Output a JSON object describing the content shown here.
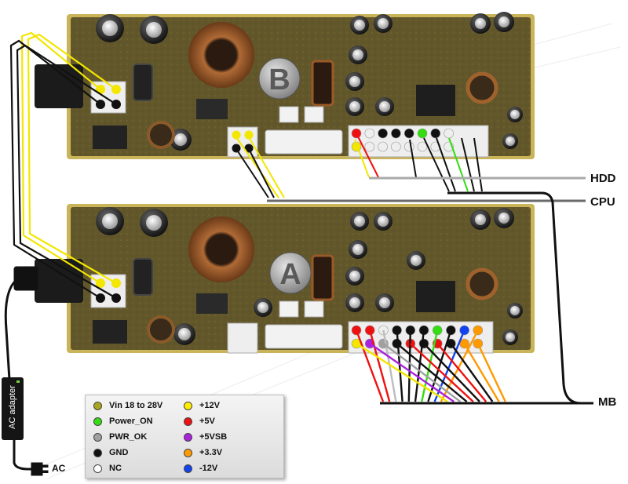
{
  "boards": [
    {
      "id": "board-b",
      "letter": "B"
    },
    {
      "id": "board-a",
      "letter": "A"
    }
  ],
  "connections": {
    "hdd": "HDD",
    "cpu": "CPU",
    "mb": "MB",
    "ac_adapter": "AC adapter",
    "ac": "AC"
  },
  "legend": [
    {
      "label": "Vin 18 to 28V",
      "color": "#a8a51e"
    },
    {
      "label": "Power_ON",
      "color": "#33dd11"
    },
    {
      "label": "PWR_OK",
      "color": "#a0a0a0"
    },
    {
      "label": "GND",
      "color": "#111111"
    },
    {
      "label": "NC",
      "color": "#ffffff"
    },
    {
      "label": "+12V",
      "color": "#ffee00"
    },
    {
      "label": "+5V",
      "color": "#ee1111"
    },
    {
      "label": "+5VSB",
      "color": "#aa22dd"
    },
    {
      "label": "+3.3V",
      "color": "#ff9900"
    },
    {
      "label": "-12V",
      "color": "#1144ee"
    }
  ],
  "colors": {
    "pcb": "#6a5e2a",
    "pcb_edge": "#c9b45a",
    "connector": "#eeeeee",
    "wire_black": "#111111",
    "wire_yellow": "#f3e600",
    "wire_grey": "#aaaaaa"
  },
  "board_b_atx_pins": [
    "#ee1111",
    "#eeeeee",
    "#111111",
    "#111111",
    "#111111",
    "#33dd11",
    "#111111",
    "#eeeeee",
    "#f3e600",
    "#eeeeee",
    "#eeeeee",
    "#eeeeee",
    "#eeeeee",
    "#eeeeee",
    "#eeeeee",
    "#eeeeee"
  ],
  "board_a_atx_pins": [
    "#ee1111",
    "#ee1111",
    "#eeeeee",
    "#111111",
    "#111111",
    "#111111",
    "#33dd11",
    "#111111",
    "#1144ee",
    "#ff9900",
    "#f3e600",
    "#aa22dd",
    "#a0a0a0",
    "#111111",
    "#ee1111",
    "#111111",
    "#ee1111",
    "#111111",
    "#ff9900",
    "#ff9900"
  ]
}
